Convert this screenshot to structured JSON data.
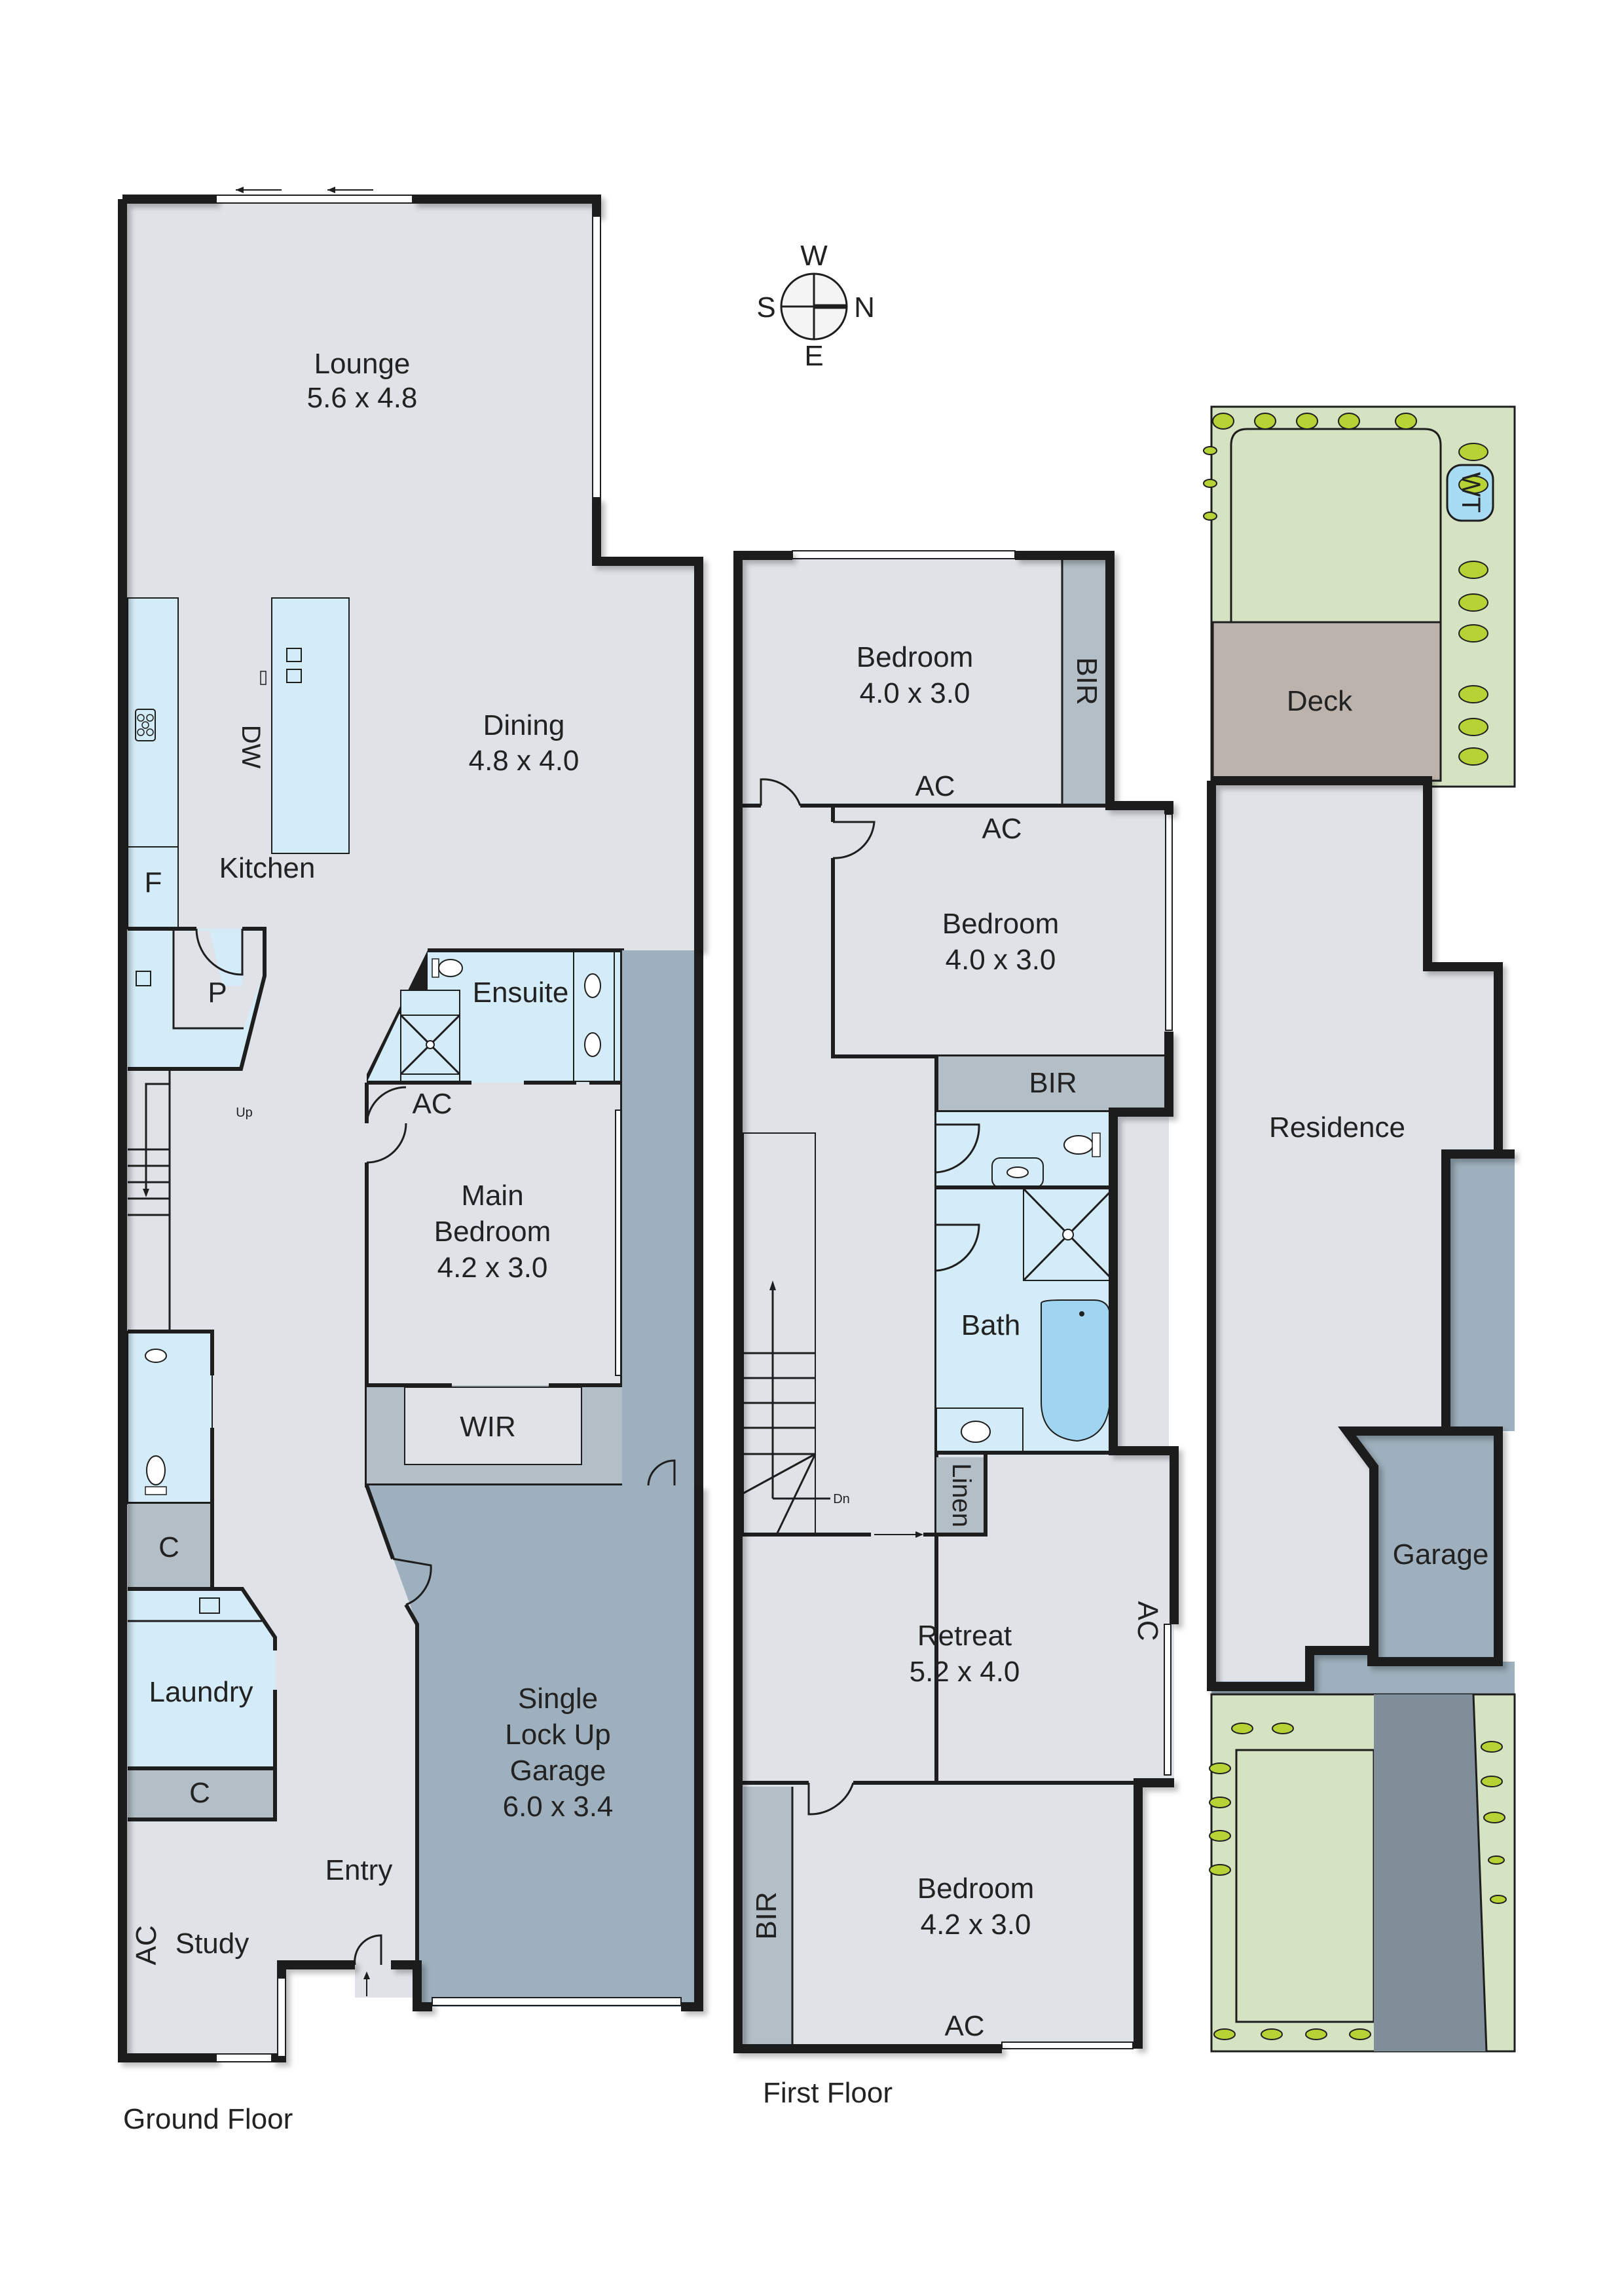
{
  "compass": {
    "north": "N",
    "south": "S",
    "east": "E",
    "west": "W"
  },
  "ground_floor": {
    "title": "Ground Floor",
    "rooms": {
      "lounge": {
        "name": "Lounge",
        "size": "5.6 x 4.8"
      },
      "dining": {
        "name": "Dining",
        "size": "4.8 x 4.0"
      },
      "kitchen": {
        "name": "Kitchen"
      },
      "fridge": {
        "name": "F"
      },
      "pantry": {
        "name": "P"
      },
      "dishwasher": {
        "name": "DW"
      },
      "ensuite": {
        "name": "Ensuite"
      },
      "main_bedroom": {
        "name_line1": "Main",
        "name_line2": "Bedroom",
        "size": "4.2 x 3.0"
      },
      "wir": {
        "name": "WIR"
      },
      "closet1": {
        "name": "C"
      },
      "laundry": {
        "name": "Laundry"
      },
      "closet2": {
        "name": "C"
      },
      "garage": {
        "name_line1": "Single",
        "name_line2": "Lock Up",
        "name_line3": "Garage",
        "size": "6.0 x 3.4"
      },
      "entry": {
        "name": "Entry"
      },
      "study": {
        "name": "Study"
      }
    },
    "ac_labels": [
      "AC",
      "AC"
    ],
    "stairs_label": "Up"
  },
  "first_floor": {
    "title": "First Floor",
    "rooms": {
      "bedroom1": {
        "name": "Bedroom",
        "size": "4.0 x 3.0"
      },
      "bir1": {
        "name": "BIR"
      },
      "bedroom2": {
        "name": "Bedroom",
        "size": "4.0 x 3.0"
      },
      "bir2": {
        "name": "BIR"
      },
      "bath": {
        "name": "Bath"
      },
      "linen": {
        "name": "Linen"
      },
      "retreat": {
        "name": "Retreat",
        "size": "5.2 x 4.0"
      },
      "bedroom3": {
        "name": "Bedroom",
        "size": "4.2 x 3.0"
      },
      "bir3": {
        "name": "BIR"
      }
    },
    "ac_labels": [
      "AC",
      "AC",
      "AC",
      "AC"
    ],
    "stairs_label": "Dn"
  },
  "site_plan": {
    "water_tank": "WT",
    "deck": "Deck",
    "residence": "Residence",
    "garage": "Garage"
  }
}
